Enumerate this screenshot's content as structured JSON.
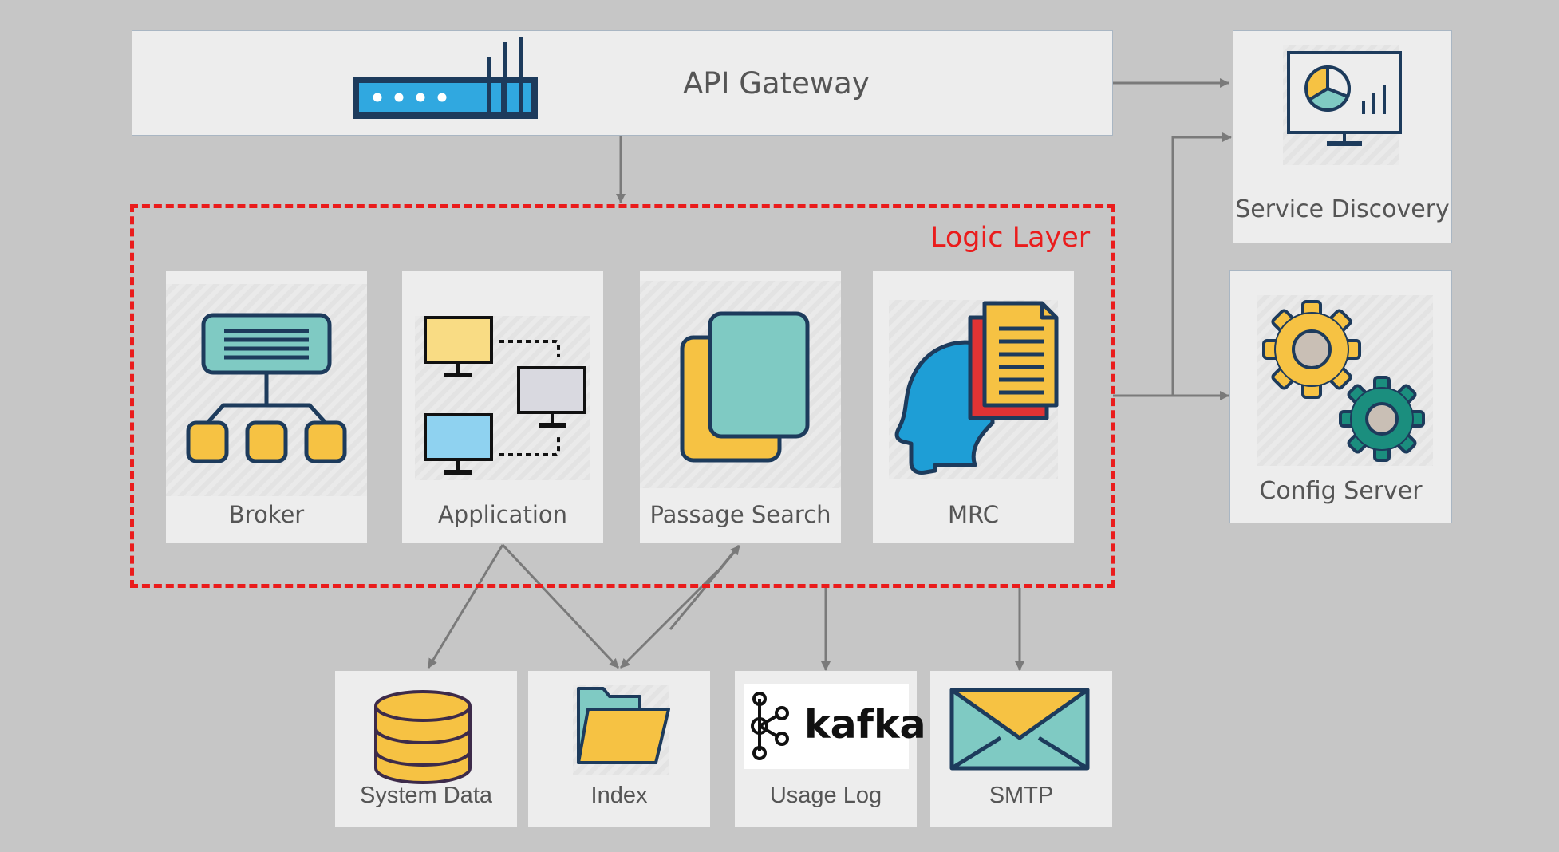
{
  "gateway": {
    "title": "API Gateway",
    "icon": "router-icon"
  },
  "logic_layer": {
    "title": "Logic Layer",
    "modules": [
      {
        "label": "Broker",
        "icon": "hierarchy-icon"
      },
      {
        "label": "Application",
        "icon": "network-monitors-icon"
      },
      {
        "label": "Passage Search",
        "icon": "documents-icon"
      },
      {
        "label": "MRC",
        "icon": "head-documents-icon"
      }
    ]
  },
  "side": {
    "service_discovery": {
      "label": "Service Discovery",
      "icon": "monitor-chart-icon"
    },
    "config_server": {
      "label": "Config Server",
      "icon": "gears-icon"
    }
  },
  "storage": [
    {
      "label": "System Data",
      "icon": "database-icon"
    },
    {
      "label": "Index",
      "icon": "folder-icon"
    },
    {
      "label": "Usage Log",
      "icon": "kafka-logo",
      "logo_text": "kafka"
    },
    {
      "label": "SMTP",
      "icon": "envelope-icon"
    }
  ],
  "colors": {
    "background": "#c6c6c6",
    "card": "#ededed",
    "logic_border": "#ea1c1c",
    "arrow": "#7a7a7a",
    "navy": "#1d3b5c",
    "yellow": "#f6c243",
    "teal": "#7fcac3"
  }
}
